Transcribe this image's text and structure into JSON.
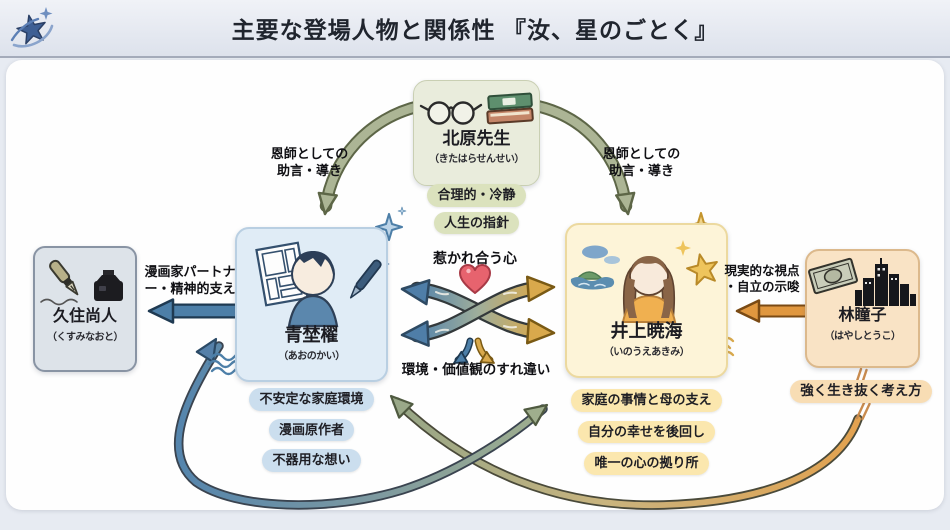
{
  "header": {
    "title": "主要な登場人物と関係性 『汝、星のごとく』",
    "logo_icon": "star-swoosh-logo"
  },
  "characters": {
    "kitahara": {
      "name": "北原先生",
      "furigana": "（きたはらせんせい）",
      "icon": "glasses-and-books",
      "tags": [
        "合理的・冷静",
        "人生の指針"
      ]
    },
    "kusumi": {
      "name": "久住尚人",
      "furigana": "（くすみなおと）",
      "icon": "fountain-pen-and-ink"
    },
    "aono": {
      "name": "青埜櫂",
      "furigana": "（あおのかい）",
      "icon": "manga-page-boy-avatar-pen",
      "tags": [
        "不安定な家庭環境",
        "漫画原作者",
        "不器用な想い"
      ]
    },
    "inoue": {
      "name": "井上暁海",
      "furigana": "（いのうえあきみ）",
      "icon": "sea-girl-avatar-star",
      "tags": [
        "家庭の事情と母の支え",
        "自分の幸せを後回し",
        "唯一の心の拠り所"
      ]
    },
    "hayashi": {
      "name": "林瞳子",
      "furigana": "（はやしとうこ）",
      "icon": "money-and-city-skyline",
      "tags": [
        "強く生き抜く考え方"
      ]
    }
  },
  "relations": {
    "mentor_left": {
      "line1": "恩師としての",
      "line2": "助言・導き"
    },
    "mentor_right": {
      "line1": "恩師としての",
      "line2": "助言・導き"
    },
    "partner": {
      "line1": "漫画家パートナ",
      "line2": "ー・精神的支え"
    },
    "attraction": "惹かれ合う心",
    "mismatch": "環境・価値観のすれ違い",
    "realistic": {
      "line1": "現実的な視点",
      "line2": "・自立の示唆"
    }
  },
  "colors": {
    "blue_arrow": "#4d7fa8",
    "gold_arrow": "#d9a94c",
    "sage_arrow": "#acb595",
    "orange_arrow": "#e0973f",
    "heart": "#e7636e",
    "panel_bg": "#fefefe",
    "page_bg": "#e7ebf2"
  }
}
